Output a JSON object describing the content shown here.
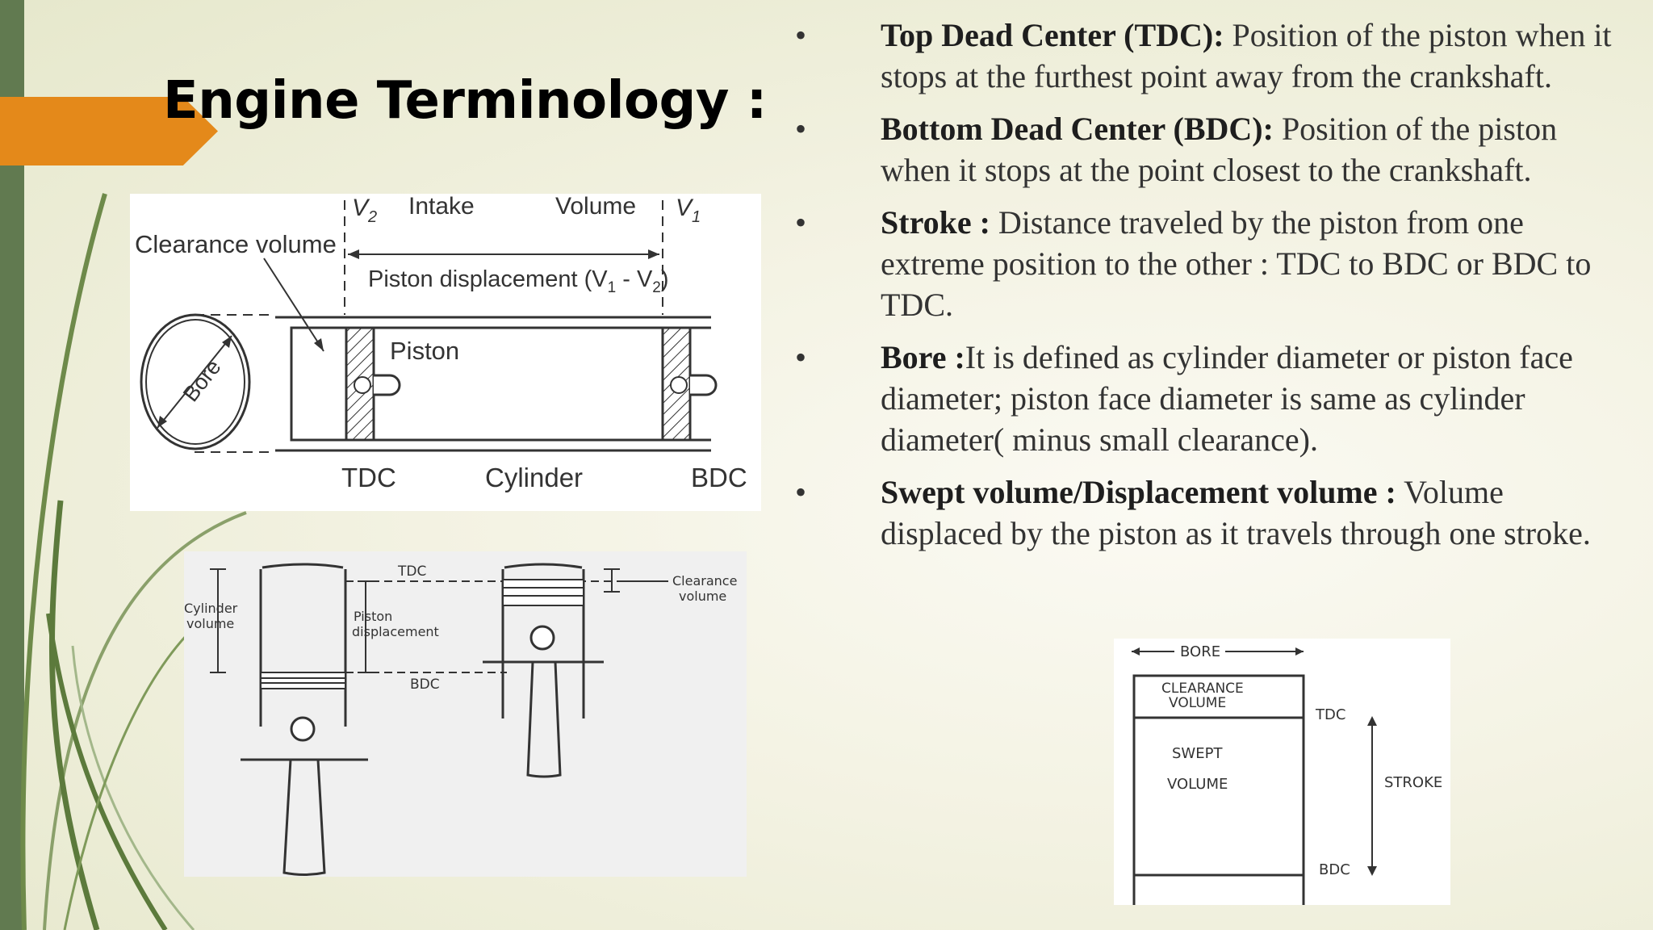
{
  "slide": {
    "title": "Engine Terminology :"
  },
  "bullets": [
    {
      "term": "Top Dead Center (TDC):",
      "text": " Position of the piston when it stops at the furthest point away from the crankshaft."
    },
    {
      "term": "Bottom Dead Center (BDC):",
      "text": " Position of the piston when it stops at the point closest to the crankshaft."
    },
    {
      "term": "Stroke :",
      "text": " Distance traveled by the piston from one extreme position to the other : TDC to BDC or BDC to TDC."
    },
    {
      "term": "Bore :",
      "text": "It is defined as cylinder diameter or piston face diameter; piston face diameter is same as cylinder diameter( minus small clearance)."
    },
    {
      "term": "Swept volume/Displacement volume :",
      "text": " Volume displaced by the piston as it travels through one stroke."
    }
  ],
  "bullet_symbol": "•",
  "diagram_top": {
    "v2": "V",
    "v2_sub": "2",
    "intake": "Intake",
    "volume": "Volume",
    "v1": "V",
    "v1_sub": "1",
    "clearance_volume": "Clearance volume",
    "piston_displacement": "Piston displacement (V",
    "pd_sub1": "1",
    "pd_mid": " - V",
    "pd_sub2": "2",
    "pd_end": ")",
    "piston": "Piston",
    "bore": "Bore",
    "tdc": "TDC",
    "cylinder": "Cylinder",
    "bdc": "BDC"
  },
  "diagram_bottom": {
    "tdc": "TDC",
    "bdc": "BDC",
    "cylinder_label_1": "Cylinder",
    "cylinder_label_2": "volume",
    "piston_disp_1": "Piston",
    "piston_disp_2": "displacement",
    "clearance_1": "Clearance",
    "clearance_2": "volume"
  },
  "diagram_right": {
    "bore": "BORE",
    "clearance_1": "CLEARANCE",
    "clearance_2": "VOLUME",
    "swept_1": "SWEPT",
    "swept_2": "VOLUME",
    "tdc": "TDC",
    "bdc": "BDC",
    "stroke": "STROKE"
  },
  "colors": {
    "sidebar": "#617a50",
    "accent": "#e4891a",
    "grass": "#6e8a4a"
  }
}
